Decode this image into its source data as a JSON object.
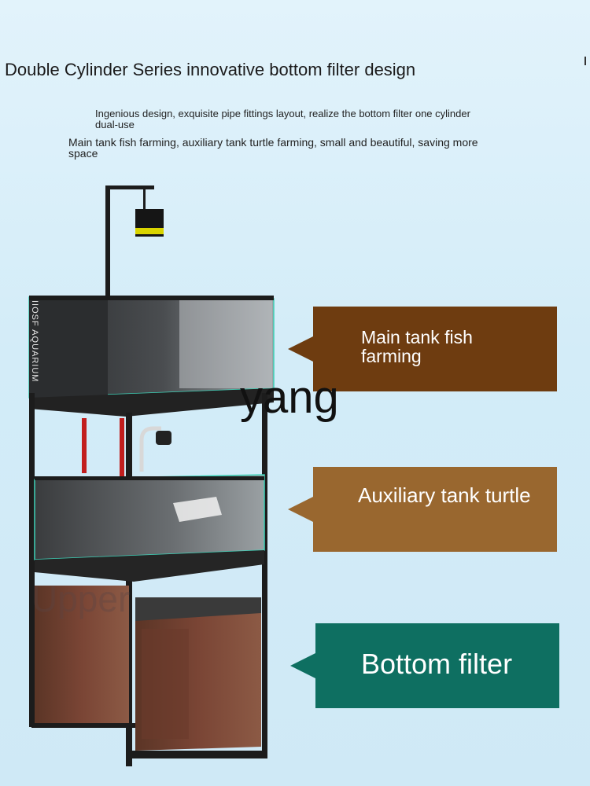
{
  "heading": {
    "title": "Double Cylinder Series innovative bottom filter design",
    "subtitle_1": "Ingenious design, exquisite pipe fittings layout, realize the bottom filter one cylinder dual-use",
    "subtitle_2": "Main tank fish farming, auxiliary tank turtle farming, small and beautiful, saving more space"
  },
  "callouts": {
    "main_tank": "Main tank fish farming",
    "auxiliary_tank": "Auxiliary tank turtle",
    "bottom_filter": "Bottom filter"
  },
  "brand_text": "IIOSF AQUARIUM",
  "watermark": "yang",
  "faint_label": "Upper",
  "colors": {
    "main_tank_callout": "#6e3c10",
    "auxiliary_callout": "#99672f",
    "bottom_filter_callout": "#0e6f61",
    "frame": "#1c1c1c"
  }
}
